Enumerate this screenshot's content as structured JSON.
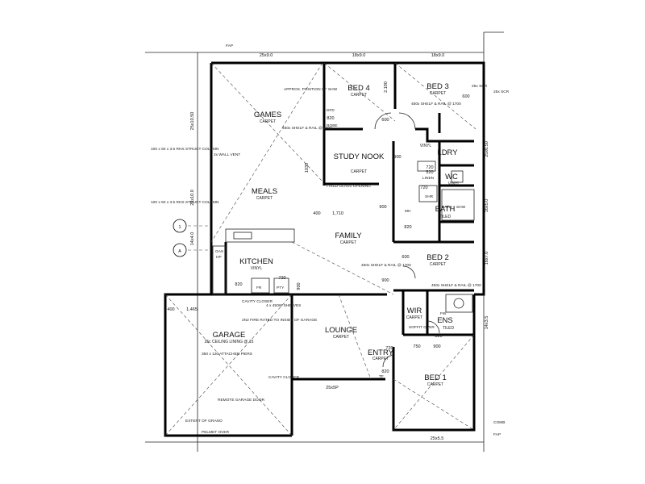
{
  "rooms": [
    {
      "id": "games",
      "name": "GAMES",
      "finish": "CARPET"
    },
    {
      "id": "meals",
      "name": "MEALS",
      "finish": "CARPET"
    },
    {
      "id": "kitchen",
      "name": "KITCHEN",
      "finish": "VINYL"
    },
    {
      "id": "bed4",
      "name": "BED 4",
      "finish": "CARPET"
    },
    {
      "id": "bed3",
      "name": "BED 3",
      "finish": "CARPET"
    },
    {
      "id": "study",
      "name": "STUDY NOOK",
      "finish": "CARPET"
    },
    {
      "id": "ldry",
      "name": "LDRY",
      "finish": "VINYL"
    },
    {
      "id": "wc",
      "name": "WC",
      "finish": "VINYL"
    },
    {
      "id": "bath",
      "name": "BATH",
      "finish": "TILED"
    },
    {
      "id": "family",
      "name": "FAMILY",
      "finish": "CARPET"
    },
    {
      "id": "bed2",
      "name": "BED 2",
      "finish": "CARPET"
    },
    {
      "id": "lounge",
      "name": "LOUNGE",
      "finish": "CARPET"
    },
    {
      "id": "entry",
      "name": "ENTRY",
      "finish": "CARPET"
    },
    {
      "id": "ens",
      "name": "ENS",
      "finish": "TILED"
    },
    {
      "id": "bed1",
      "name": "BED 1",
      "finish": "CARPET"
    },
    {
      "id": "garage",
      "name": "GARAGE",
      "finish": "25c CEILING LINING @ 15"
    },
    {
      "id": "wir",
      "name": "WIR",
      "finish": "CARPET"
    }
  ],
  "dims": {
    "top_games": "25x9.0",
    "top_bed4": "18x9.0",
    "top_bed3": "18x9.0",
    "bed4_wall": "2.190",
    "family_opening": "1,710",
    "garage_width": "1,465",
    "sp_under_lounge": "25x5P",
    "bed1_bottom": "25x5.5",
    "left_upper": "25x10.50",
    "left_lower": "25x10.0",
    "left_kitchen": "14x4.0",
    "right_upper": "25x6.50",
    "right_bath": "16x5.0",
    "right_bed2": "16x7.0",
    "right_ens": "14x3.5",
    "d600_bed3": "600",
    "d820_dfd": "820",
    "d600_study": "600",
    "d900_study": "900",
    "d720": "720",
    "d520": "520",
    "d720_wc": "720",
    "d400": "400",
    "d900_family": "900",
    "d820_family": "820",
    "d600_bed2": "600",
    "d900_bed2": "900",
    "d820_kitchen": "820",
    "d720_kitchen": "720",
    "d900_kitchen": "900",
    "d750": "750",
    "d820_ens": "820",
    "d900_ens": "900",
    "d720_entry": "720",
    "d820_entry": "820",
    "d400_garage": "400",
    "d1030": "1030"
  },
  "notes": {
    "approx_shw": "APPROX. POSITION OF SHW",
    "shelf_games": "450x SHELF & RAIL @ 1700",
    "shelf_bed3": "450x SHELF & RAIL @ 1700",
    "shelf_family": "450x SHELF & RAIL @ 1700",
    "shelf_bed2": "450x SHELF & RAIL @ 1700",
    "wall_vent": "2x WALL VENT",
    "struct_column_1": "100 x 50 x 3.5 RHS STRUCT COLUMN",
    "struct_column_2": "100 x 50 x 3.5 RHS STRUCT COLUMN",
    "pantry_closer": "CAVITY CLOSER",
    "shelves": "4 x 450W SHELVES",
    "garage_piers": "350 x 120 ATTACHED PIERS",
    "garage_door": "REMOTE GARAGE DOOR",
    "garage_fire": "2N2 FIRE RATED TO INSIDE OF GARAGE",
    "cavity_closer_garage": "CAVITY CLOSER",
    "extent_grano": "EXTENT OF GRANO",
    "pelmet": "PELMET OVER",
    "linen": "LINEN",
    "shr": "SHR",
    "bath_shw": "BATH + SHW",
    "soffit_over": "SOFFIT OVER",
    "mh": "MH",
    "opening": "FIXED GLASS OPENING",
    "fridge": "FR",
    "fw": "FW",
    "tf": "TF",
    "pty": "PTY",
    "comb": "COMB",
    "hp": "HP",
    "gas": "GAS",
    "dfd": "DFD",
    "robe": "ROBE",
    "fap_top": "FAP",
    "fap_bottom": "FAP",
    "scr_top": "25x SCR",
    "scr_right": "25x SCR"
  },
  "markers": {
    "grid_1": "1",
    "grid_a": "A"
  }
}
